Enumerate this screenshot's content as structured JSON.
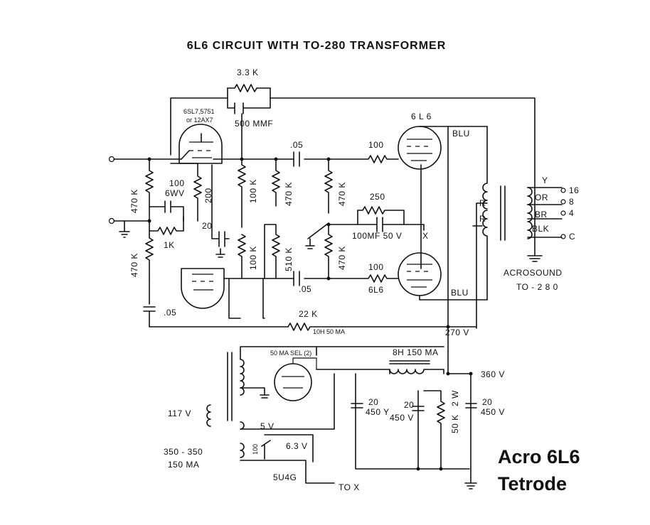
{
  "title": "6L6 CIRCUIT WITH TO-280 TRANSFORMER",
  "brand": {
    "line1": "Acro 6L6",
    "line2": "Tetrode"
  },
  "labels": {
    "r_fb": "3.3 K",
    "c_fb": "500 MMF",
    "tube_in_1": "6SL7,5751",
    "tube_in_2": "or 12AX7",
    "tube_out_top": "6 L 6",
    "c_couple_top": ".05",
    "c_couple_bot": ".05",
    "r_grid_top": "100",
    "r_grid_bot": "100",
    "tube_out_bot": "6L6",
    "r_470k_top_l": "470 K",
    "r_470k_top_r": "470 K",
    "r_470k_left_top": "470 K",
    "r_470k_left_bot": "470 K",
    "r_100k_top": "100 K",
    "r_100k_bot": "100 K",
    "r_510k": "510 K",
    "r_470k_bias": "470 K",
    "r_200": "200",
    "c_100_a": "100",
    "c_100_b": "6WV",
    "r_1k": "1K",
    "c_20": "20",
    "c_05_left": ".05",
    "r_250": "250",
    "c_bias": "100MF 50 V",
    "x_label": "X",
    "blu_top": "BLU",
    "blu_bot": "BLU",
    "r_label_a": "R",
    "r_label_b": "R",
    "sec_y": "Y",
    "sec_or": "OR",
    "sec_br": "BR",
    "sec_blk": "BLK",
    "tap_16": "16",
    "tap_8": "8",
    "tap_4": "4",
    "tap_c": "C",
    "ot_name_1": "ACROSOUND",
    "ot_name_2": "TO - 2 8 0",
    "r_22k": "22 K",
    "choke1": "10H 50 MA",
    "sel": "50 MA  SEL (2)",
    "v270": "270 V",
    "choke2": "8H 150 MA",
    "v360": "360 V",
    "c20a_1": "20",
    "c20a_2": "450 Y",
    "c20b_1": "20",
    "c20b_2": "450 V",
    "r50k_1": "50 K",
    "r50k_2": "2 W",
    "c20c_1": "20",
    "c20c_2": "450 V",
    "v117": "117 V",
    "v5": "5 V",
    "v63": "6.3 V",
    "pot100": "100",
    "pt_1": "350 - 350",
    "pt_2": "150 MA",
    "rect": "5U4G",
    "to_x": "TO X"
  }
}
